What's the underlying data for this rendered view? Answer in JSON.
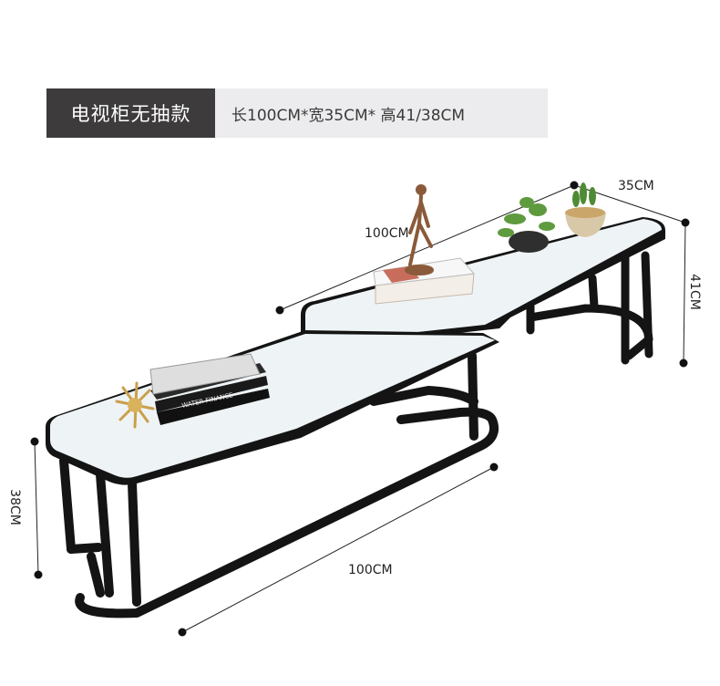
{
  "header": {
    "title": "电视柜无抽款",
    "spec": "长100CM*宽35CM* 高41/38CM"
  },
  "dimensions": {
    "top_length": "100CM",
    "top_depth": "35CM",
    "top_height": "41CM",
    "bottom_length": "100CM",
    "bottom_height": "38CM"
  },
  "books_top": "WATER FINANCE",
  "colors": {
    "frame": "#141414",
    "glass": "#eef3f6",
    "header_dark": "#3d3b3c",
    "header_light": "#ececee"
  }
}
